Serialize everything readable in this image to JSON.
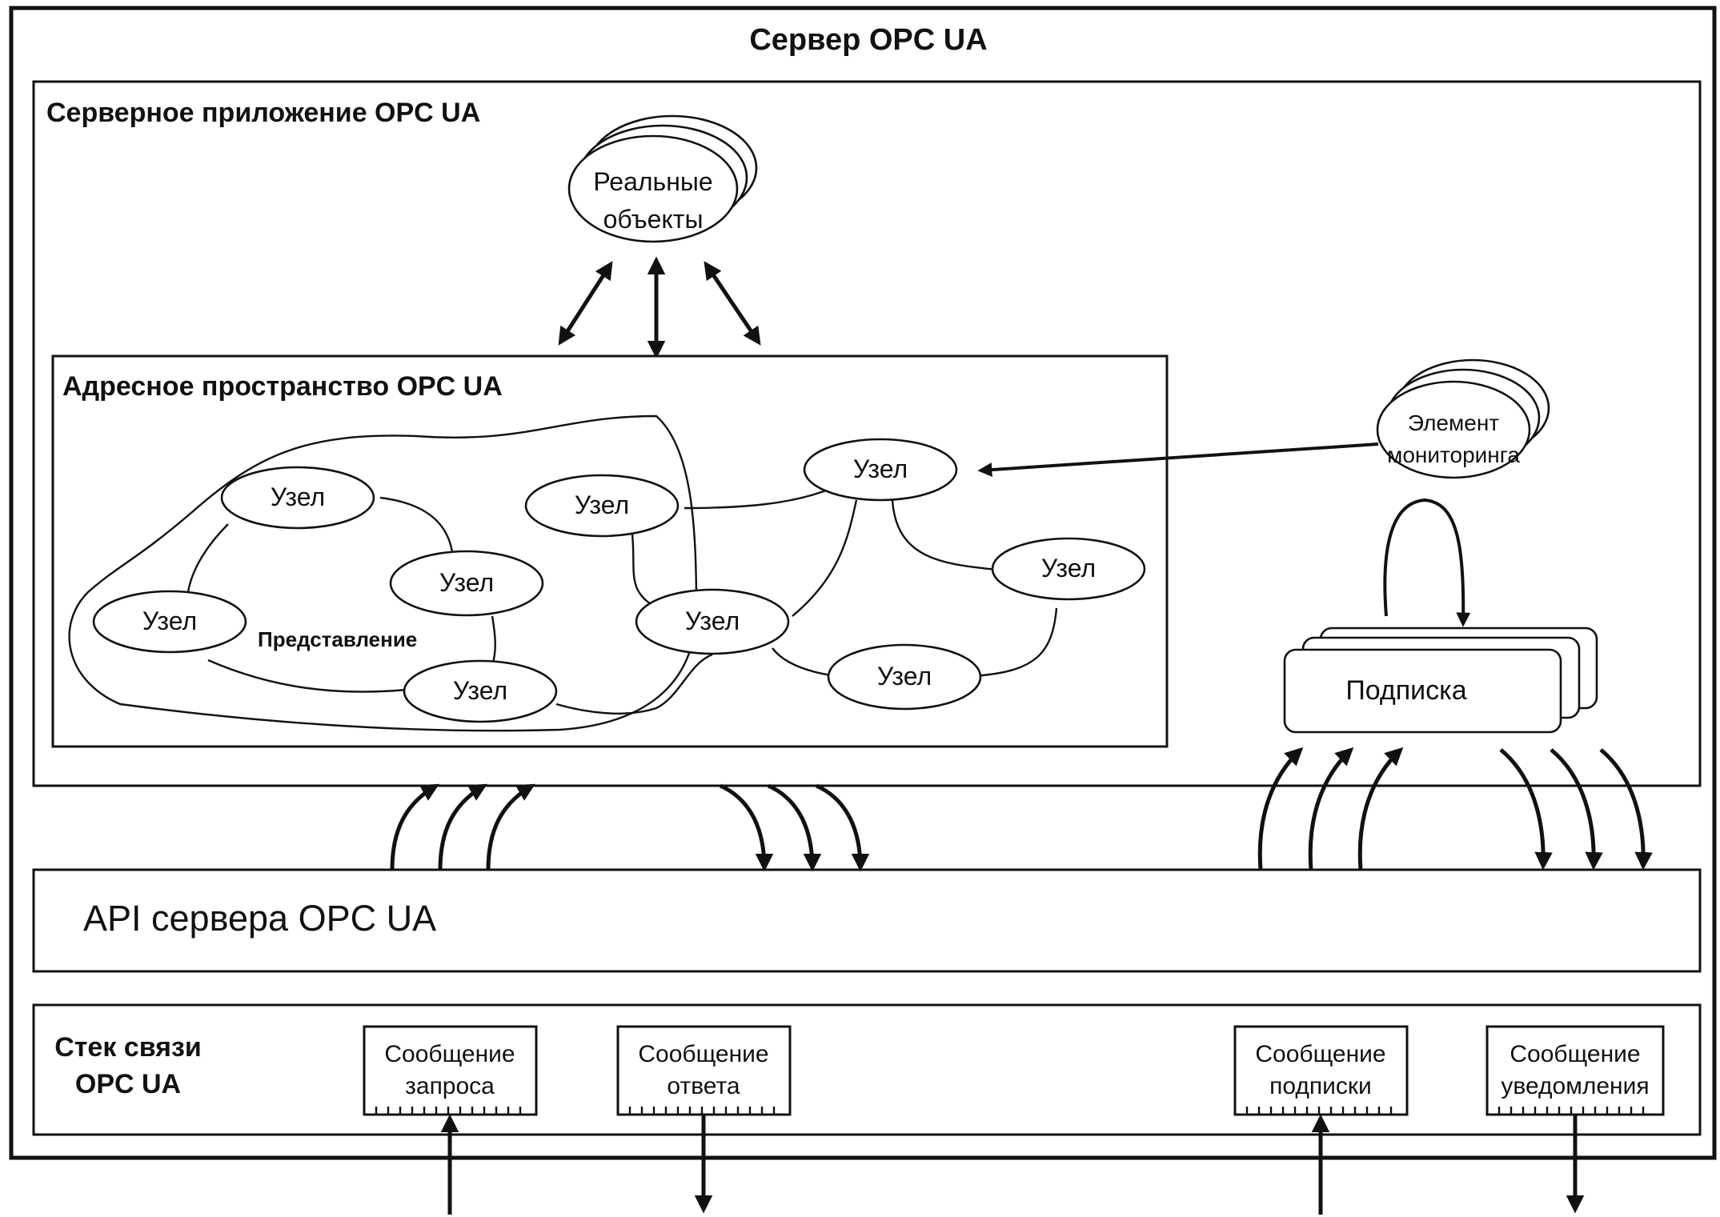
{
  "server_title": "Сервер OPC UA",
  "app_title": "Серверное приложение  OPC UA",
  "real_objects": [
    "Реальные",
    "объекты"
  ],
  "address_space_title": "Адресное пространство  OPC UA",
  "node_label": "Узел",
  "view_label": "Представление",
  "monitored_item": [
    "Элемент",
    "мониторинга"
  ],
  "subscription_label": "Подписка",
  "api_label": "API сервера OPC UA",
  "stack_title": [
    "Стек связи",
    "OPC UA"
  ],
  "messages": {
    "request": [
      "Сообщение",
      "запроса"
    ],
    "response": [
      "Сообщение",
      "ответа"
    ],
    "subscription": [
      "Сообщение",
      "подписки"
    ],
    "notification": [
      "Сообщение",
      "уведомления"
    ]
  }
}
